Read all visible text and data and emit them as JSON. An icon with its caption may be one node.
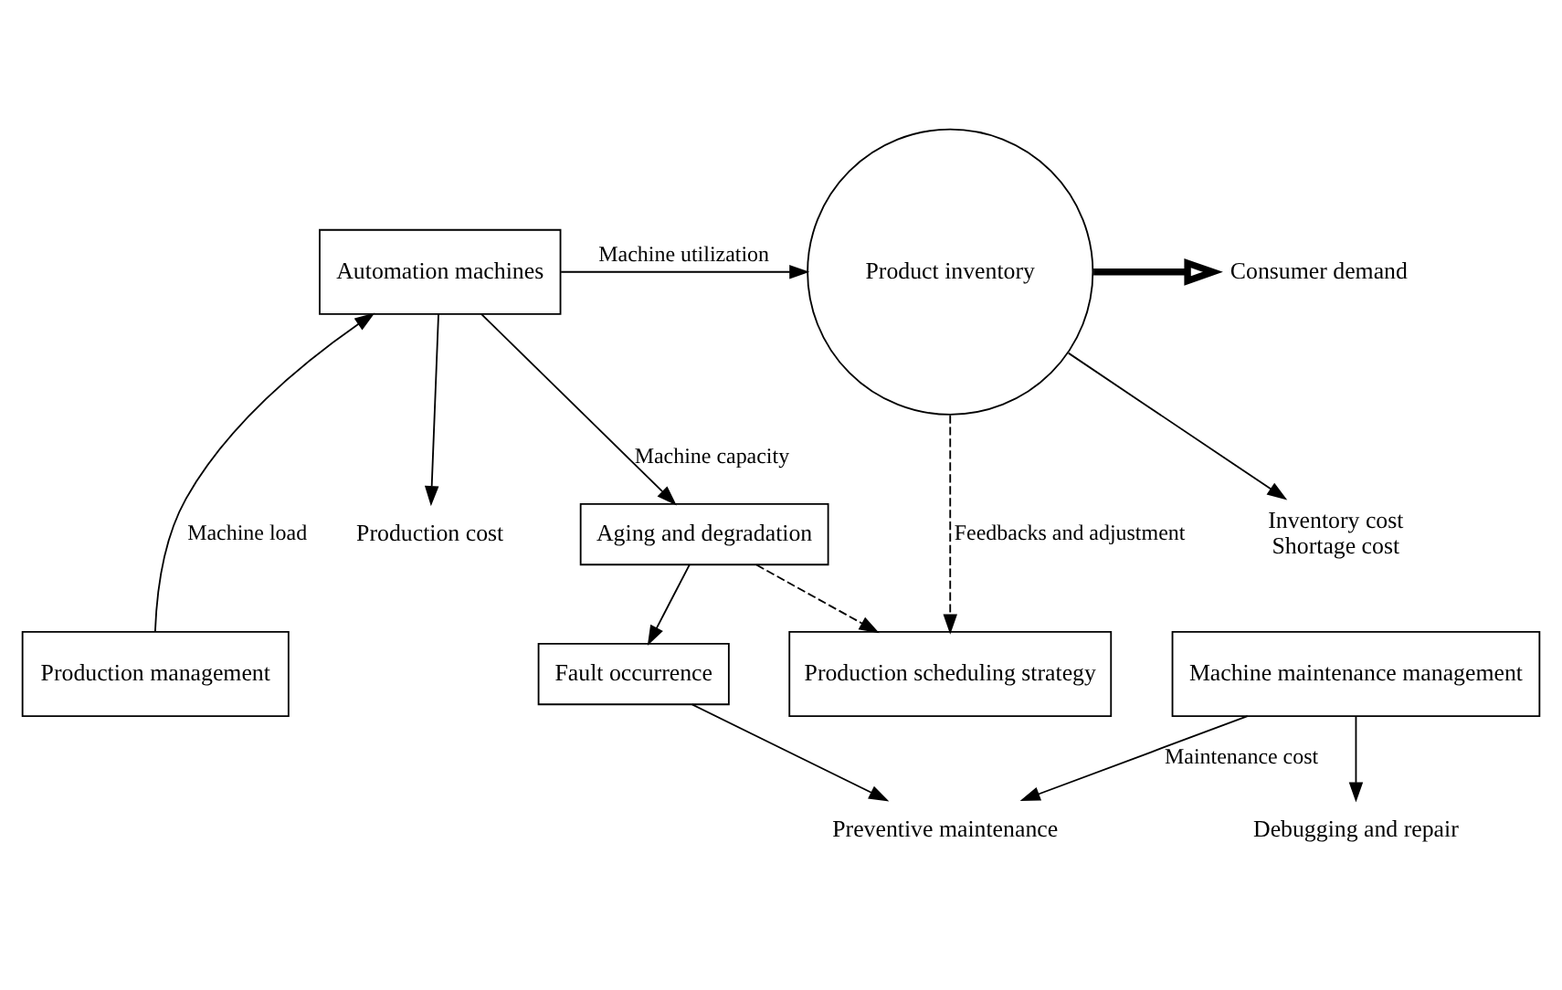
{
  "diagram": {
    "nodes": [
      {
        "text": [
          "Automation machines"
        ]
      },
      {
        "text": [
          "Product inventory"
        ]
      },
      {
        "text": [
          "Consumer demand"
        ]
      },
      {
        "text": [
          "Production cost"
        ]
      },
      {
        "text": [
          "Inventory cost",
          "Shortage cost"
        ]
      },
      {
        "text": [
          "Aging and degradation"
        ]
      },
      {
        "text": [
          "Fault occurrence"
        ]
      },
      {
        "text": [
          "Preventive maintenance"
        ]
      },
      {
        "text": [
          "Debugging and repair"
        ]
      },
      {
        "text": [
          "Machine maintenance management"
        ]
      },
      {
        "text": [
          "Production management"
        ]
      },
      {
        "text": [
          "Production scheduling strategy"
        ]
      }
    ],
    "edges": [
      {
        "from": 0,
        "to": 3,
        "arrow": "to"
      },
      {
        "from": 0,
        "to": 1,
        "arrow": "to",
        "label": "Machine utilization"
      },
      {
        "from": 1,
        "to": 4,
        "arrow": "to"
      },
      {
        "from": 1,
        "to": 2,
        "arrow": "to",
        "style": "thick"
      },
      {
        "from": 0,
        "to": 5,
        "arrow": "to",
        "label": "Machine capacity"
      },
      {
        "from": 5,
        "to": 6,
        "arrow": "to"
      },
      {
        "from": 6,
        "to": 7,
        "arrow": "to"
      },
      {
        "from": 9,
        "to": 8,
        "arrow": "to"
      },
      {
        "from": 9,
        "to": 7,
        "arrow": "to",
        "label": "Maintenance cost"
      },
      {
        "from": 10,
        "to": 0,
        "arrow": "to",
        "label": "Machine load"
      },
      {
        "from": 5,
        "to": 11,
        "arrow": "to",
        "style": "dashed"
      },
      {
        "from": 1,
        "to": 11,
        "arrow": "to",
        "style": "dashed",
        "label": "Feedbacks and adjustment"
      }
    ]
  }
}
